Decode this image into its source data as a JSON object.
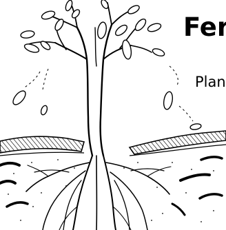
{
  "heading": {
    "title": "Fer",
    "subtitle": "Plan"
  },
  "illustration": {
    "icon": "tree-roots-icon",
    "parts": [
      "tree-trunk",
      "branches",
      "leaves",
      "falling-leaves",
      "soil-surface",
      "roots"
    ]
  }
}
